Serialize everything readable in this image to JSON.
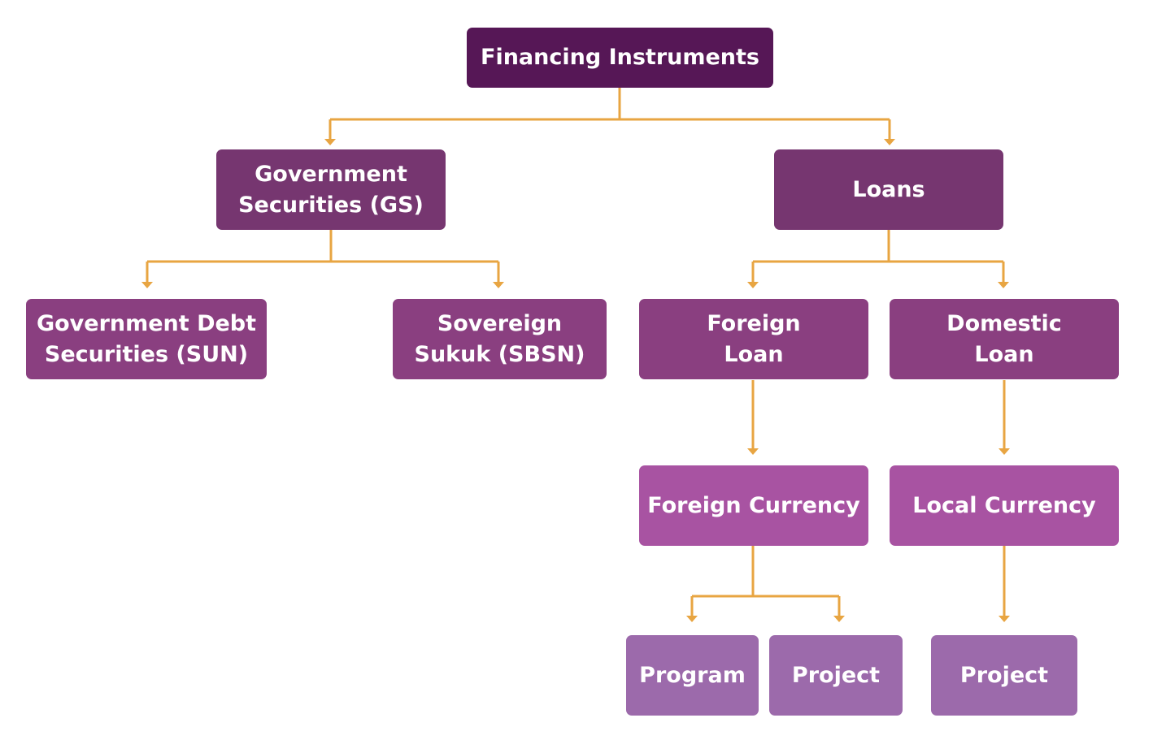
{
  "diagram": {
    "nodes": {
      "root": "Financing Instruments",
      "gs": "Government\nSecurities (GS)",
      "loans": "Loans",
      "sun": "Government Debt\nSecurities (SUN)",
      "sbsn": "Sovereign\nSukuk (SBSN)",
      "foreign_loan": "Foreign\nLoan",
      "domestic_loan": "Domestic\nLoan",
      "foreign_currency": "Foreign Currency",
      "local_currency": "Local Currency",
      "program": "Program",
      "project_foreign": "Project",
      "project_local": "Project"
    },
    "colors": {
      "level0": "#561756",
      "level1": "#763670",
      "level2": "#8a3f80",
      "level3": "#a853a2",
      "level4": "#9c6aab",
      "connector": "#e8a542"
    }
  }
}
